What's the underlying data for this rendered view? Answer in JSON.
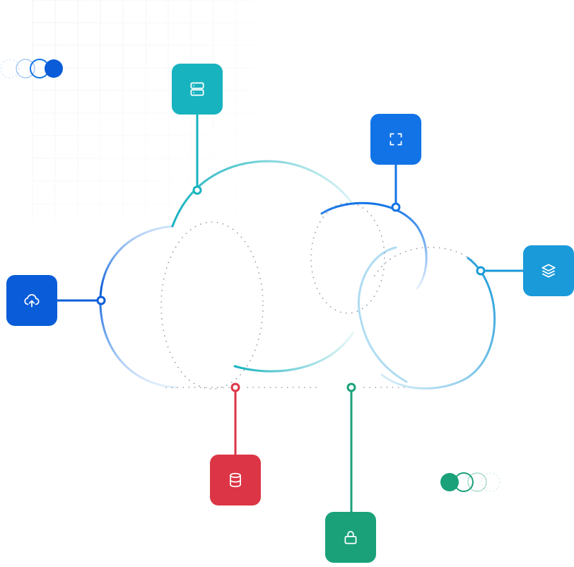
{
  "colors": {
    "blue_dark": "#0a5cd8",
    "blue": "#1273e6",
    "sky": "#1a9ad9",
    "teal": "#17b3bf",
    "red": "#dc3545",
    "green": "#1aa17a",
    "grid": "#eef1f5",
    "dots": "#8a93a0"
  },
  "diagram": {
    "type": "cloud-network",
    "nodes": [
      {
        "id": "servers",
        "icon": "server-stack-icon",
        "color": "#17b3bf"
      },
      {
        "id": "focus",
        "icon": "scan-frame-icon",
        "color": "#1273e6"
      },
      {
        "id": "layers",
        "icon": "layers-icon",
        "color": "#1a9ad9"
      },
      {
        "id": "upload",
        "icon": "cloud-upload-icon",
        "color": "#0a5cd8"
      },
      {
        "id": "database",
        "icon": "database-icon",
        "color": "#dc3545"
      },
      {
        "id": "security",
        "icon": "lock-icon",
        "color": "#1aa17a"
      }
    ],
    "decorations": {
      "top_left_rings": {
        "color": "#1273e6"
      },
      "bottom_right_rings": {
        "color": "#1aa17a"
      }
    }
  }
}
